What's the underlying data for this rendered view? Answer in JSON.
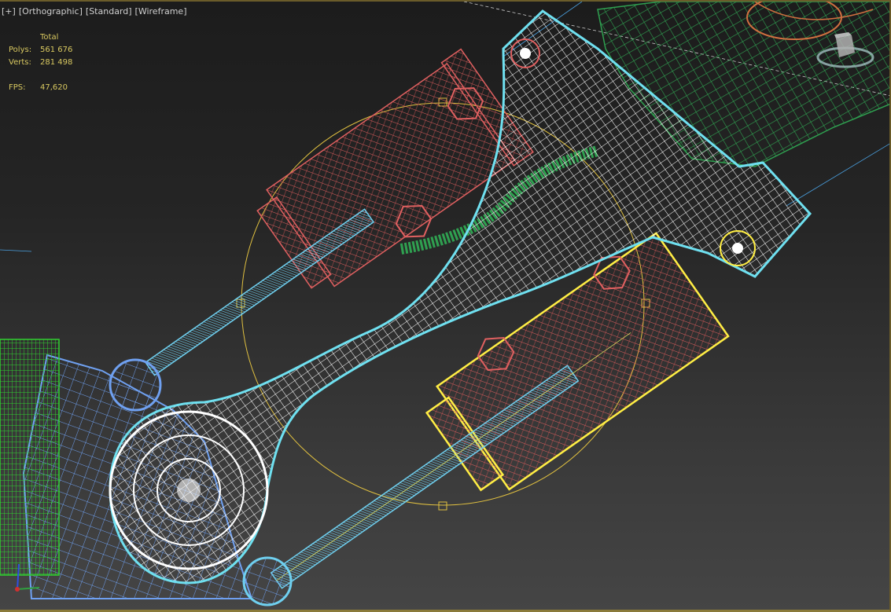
{
  "viewport": {
    "labels": [
      "[+]",
      "[Orthographic]",
      "[Standard]",
      "[Wireframe]"
    ],
    "stats": {
      "header": "Total",
      "polys_label": "Polys:",
      "polys_value": "561 676",
      "verts_label": "Verts:",
      "verts_value": "281 498",
      "fps_label": "FPS:",
      "fps_value": "47,620"
    },
    "icons": {
      "viewcube": "viewcube-icon",
      "axis": "axis-tripod-icon"
    },
    "colors": {
      "background_top": "#1c1c1c",
      "background_bottom": "#454545",
      "border": "#8a7a3a",
      "stats_text": "#d8c860",
      "label_text": "#d0d0d0",
      "selected_outline": "#ffee44",
      "red_mesh": "#e06060",
      "white_mesh": "#ffffff",
      "cyan_outline": "#6fe0f0",
      "blue_mesh": "#6fa0f0",
      "green_mesh": "#2fa050",
      "bright_green_mesh": "#30d030",
      "orange_mesh": "#d07040"
    }
  }
}
